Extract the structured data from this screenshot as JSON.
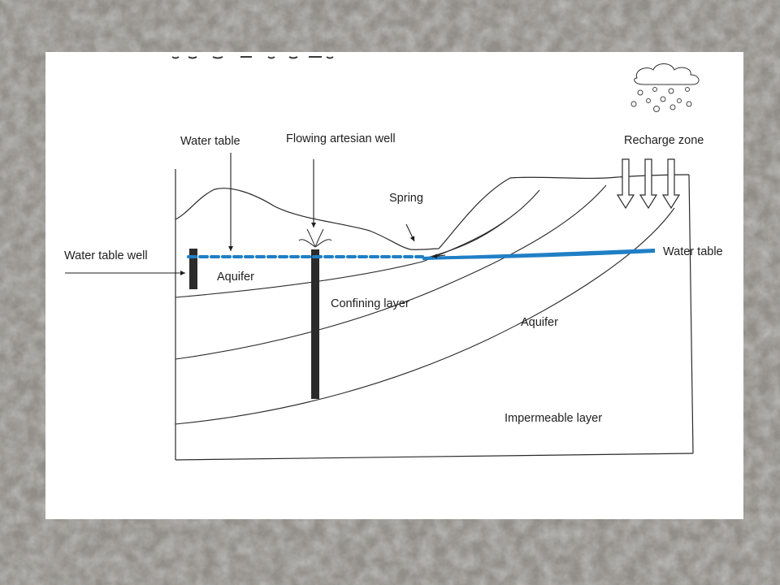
{
  "labels": {
    "water_table_top": "Water table",
    "flowing_artesian_well": "Flowing artesian well",
    "recharge_zone": "Recharge zone",
    "spring": "Spring",
    "water_table_well": "Water table well",
    "water_table_right": "Water table",
    "aquifer_upper": "Aquifer",
    "confining_layer": "Confining layer",
    "aquifer_lower": "Aquifer",
    "impermeable_layer": "Impermeable layer"
  },
  "colors": {
    "water": "#1f7fc6",
    "ink": "#1e1e1e",
    "well": "#2b2b2b",
    "background_stone": "#8f8c87"
  },
  "icons": [
    "rain-cloud-icon",
    "raindrop-icon",
    "arrow-down-icon"
  ]
}
